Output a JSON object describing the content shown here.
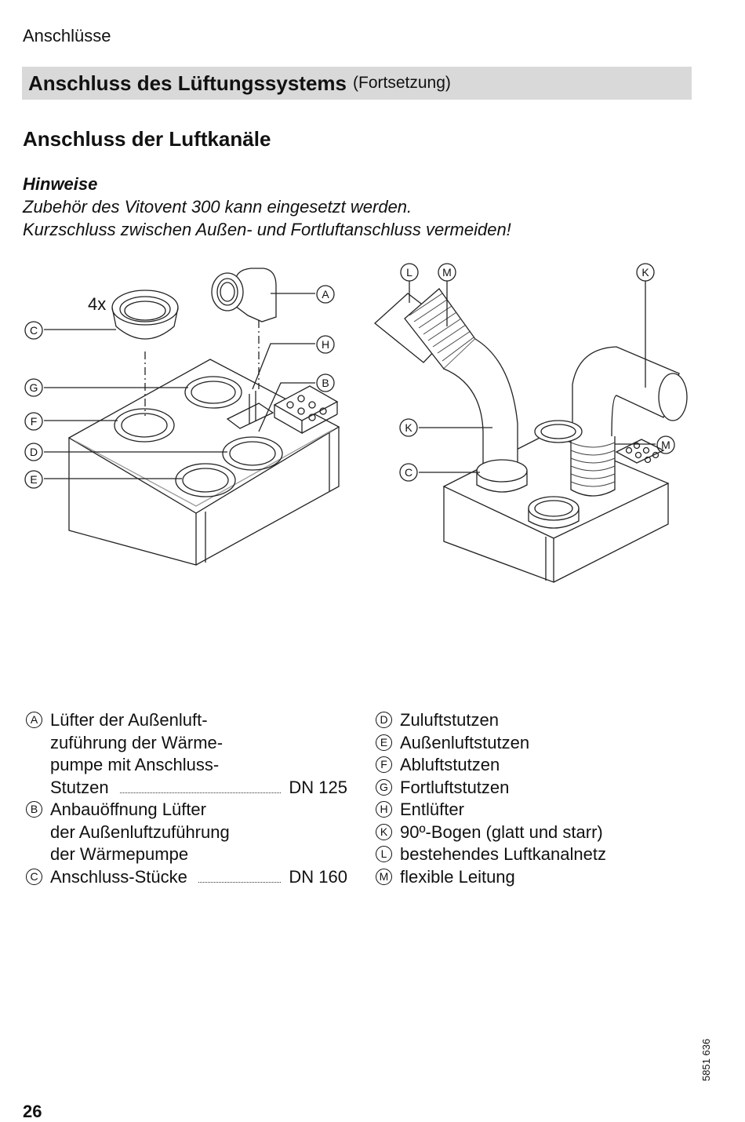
{
  "header": {
    "section": "Anschlüsse",
    "title": "Anschluss des Lüftungssystems",
    "title_suffix": "(Fortsetzung)"
  },
  "subtitle": "Anschluss der Luftkanäle",
  "notes": {
    "heading": "Hinweise",
    "line1": "Zubehör des Vitovent 300 kann eingesetzt werden.",
    "line2": "Kurzschluss zwischen Außen- und Fortluftanschluss vermeiden!"
  },
  "figure": {
    "count_label": "4x",
    "left_callouts": [
      "A",
      "H",
      "B",
      "C",
      "G",
      "F",
      "D",
      "E"
    ],
    "right_callouts": [
      "L",
      "M",
      "K",
      "K",
      "C",
      "M"
    ]
  },
  "legend_left": [
    {
      "letter": "A",
      "lines": [
        "Lüfter der Außenluft-",
        "zuführung der Wärme-",
        "pumpe mit Anschluss-"
      ],
      "last": "Stutzen",
      "value": "DN 125"
    },
    {
      "letter": "B",
      "lines": [
        "Anbauöffnung Lüfter",
        "der Außenluftzuführung",
        "der Wärmepumpe"
      ]
    },
    {
      "letter": "C",
      "lines": [],
      "last": "Anschluss-Stücke",
      "value": "DN 160"
    }
  ],
  "legend_right": [
    {
      "letter": "D",
      "text": "Zuluftstutzen"
    },
    {
      "letter": "E",
      "text": "Außenluftstutzen"
    },
    {
      "letter": "F",
      "text": "Abluftstutzen"
    },
    {
      "letter": "G",
      "text": "Fortluftstutzen"
    },
    {
      "letter": "H",
      "text": "Entlüfter"
    },
    {
      "letter": "K",
      "text": "90º-Bogen (glatt und starr)"
    },
    {
      "letter": "L",
      "text": "bestehendes Luftkanalnetz"
    },
    {
      "letter": "M",
      "text": "flexible Leitung"
    }
  ],
  "footer": {
    "doc_number": "5851 636",
    "page_number": "26"
  }
}
